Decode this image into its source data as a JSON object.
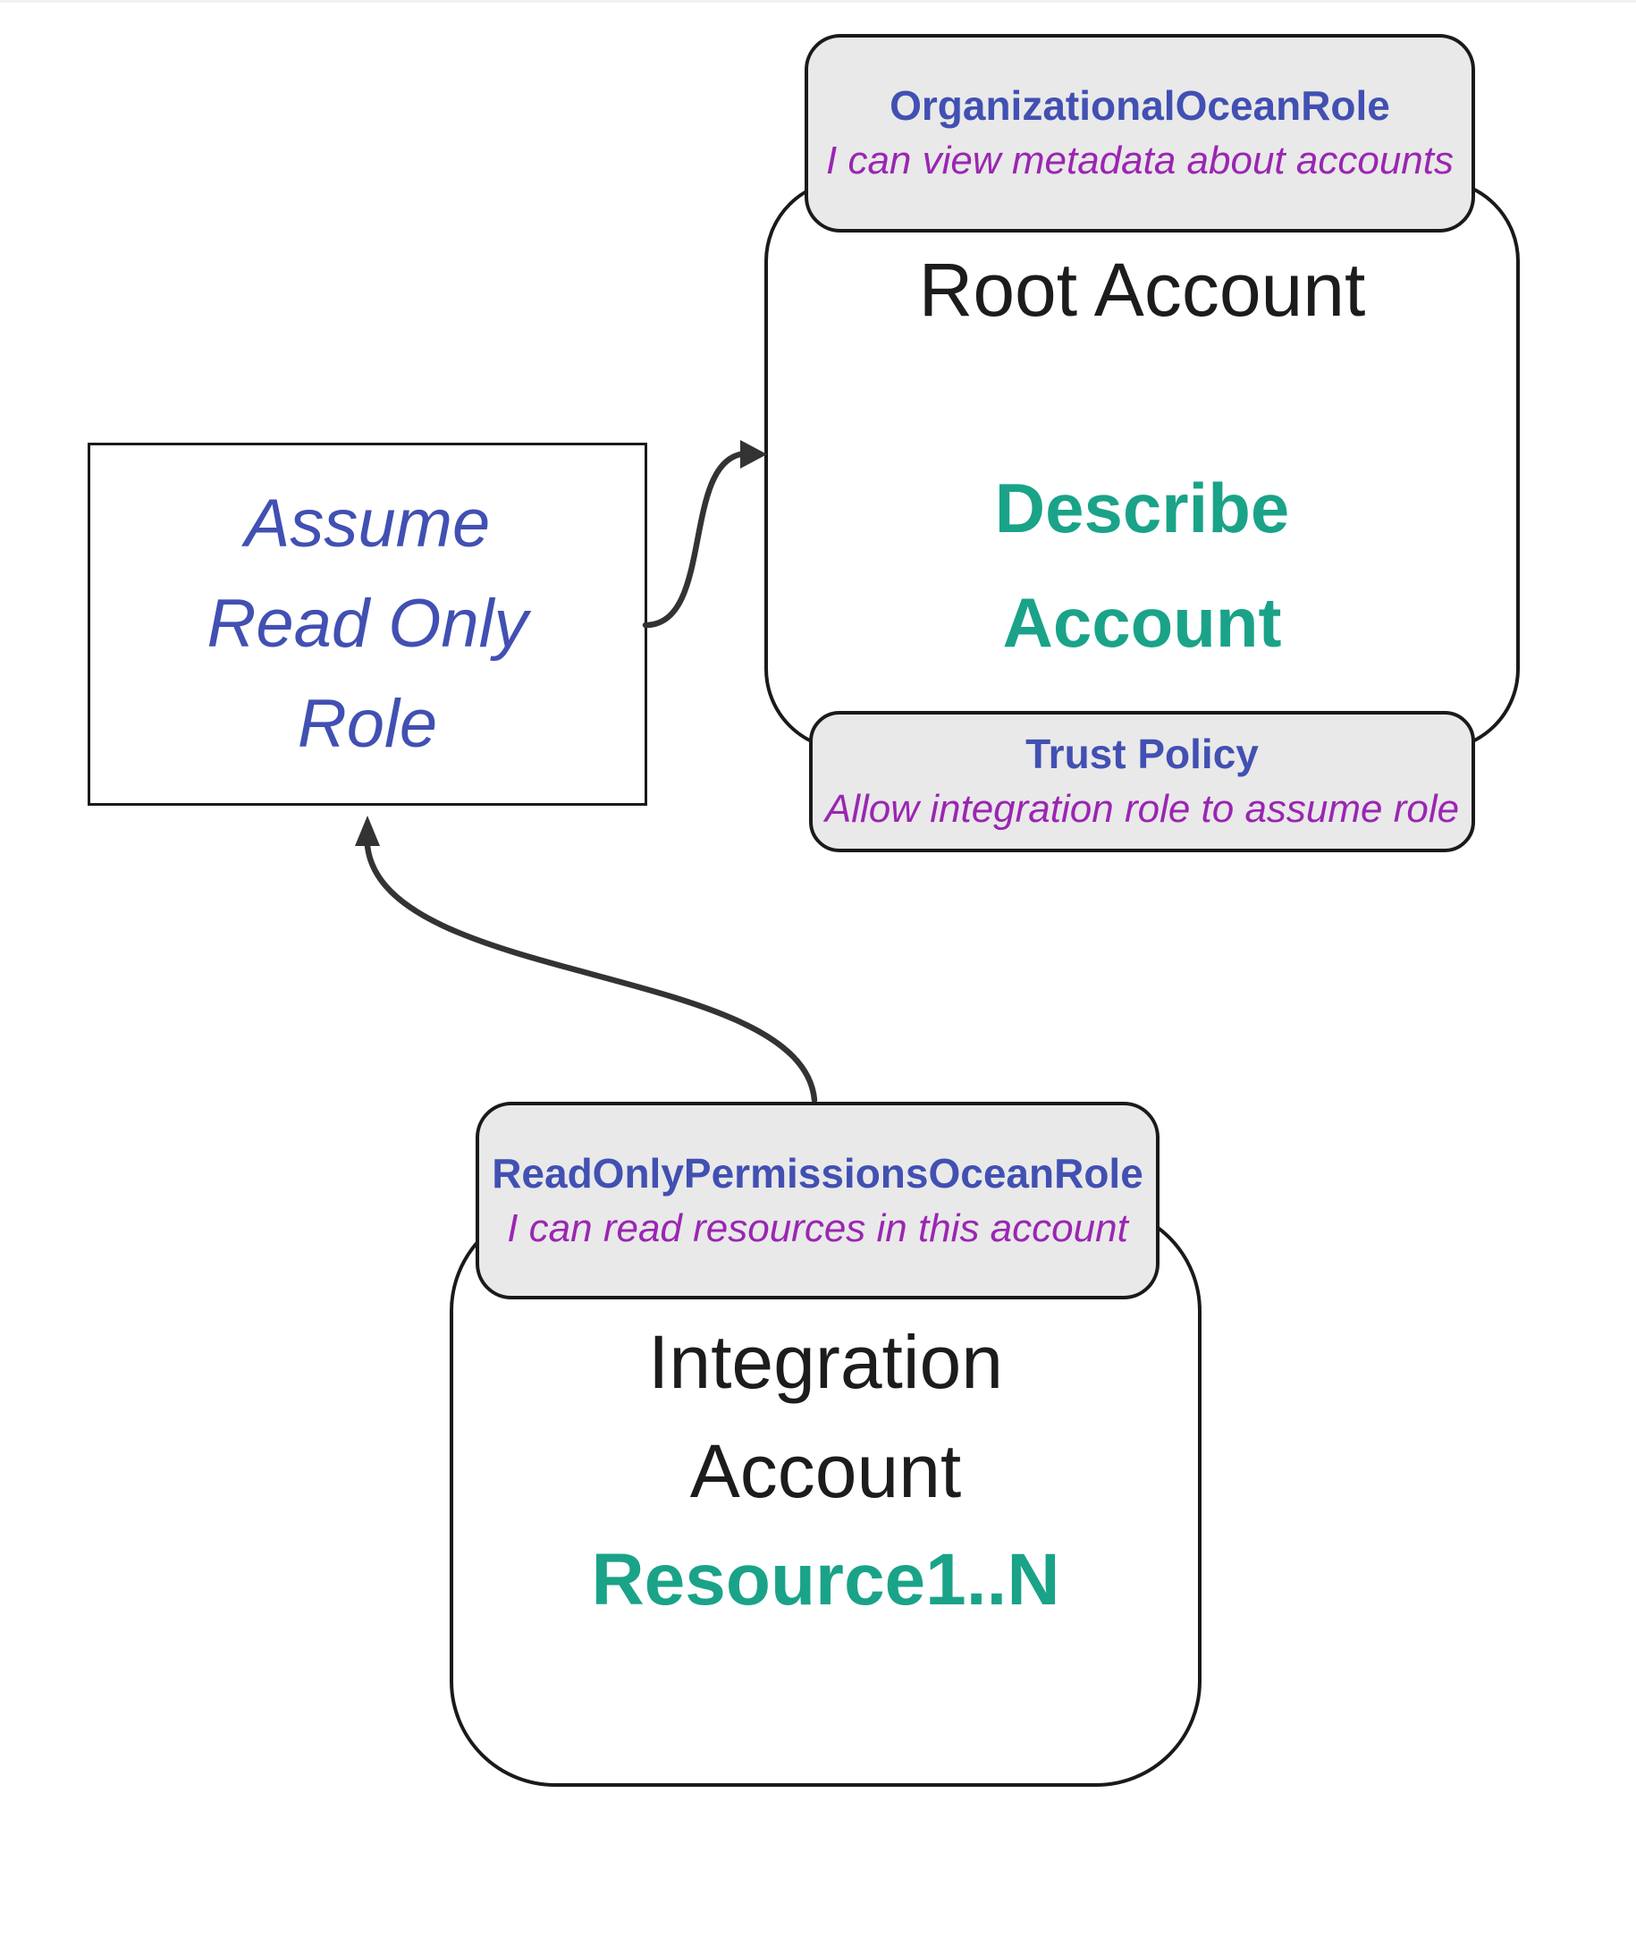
{
  "org_badge": {
    "title": "OrganizationalOceanRole",
    "subtitle": "I can view metadata about accounts"
  },
  "root_account": {
    "title": "Root Account",
    "action_line1": "Describe",
    "action_line2": "Account"
  },
  "trust_policy": {
    "title": "Trust Policy",
    "subtitle": "Allow integration role to assume role"
  },
  "assume_role": {
    "line1": "Assume",
    "line2": "Read Only",
    "line3": "Role"
  },
  "readonly_badge": {
    "title": "ReadOnlyPermissionsOceanRole",
    "subtitle": "I can read resources in this account"
  },
  "integration_account": {
    "title_line1": "Integration",
    "title_line2": "Account",
    "resources": "Resource1..N"
  },
  "colors": {
    "indigo_text": "#4150b2",
    "purple_text": "#9a26b2",
    "teal_text": "#1aa388",
    "badge_background": "#e9e9e9",
    "box_border": "#1a1a1a",
    "arrow": "#333333"
  }
}
